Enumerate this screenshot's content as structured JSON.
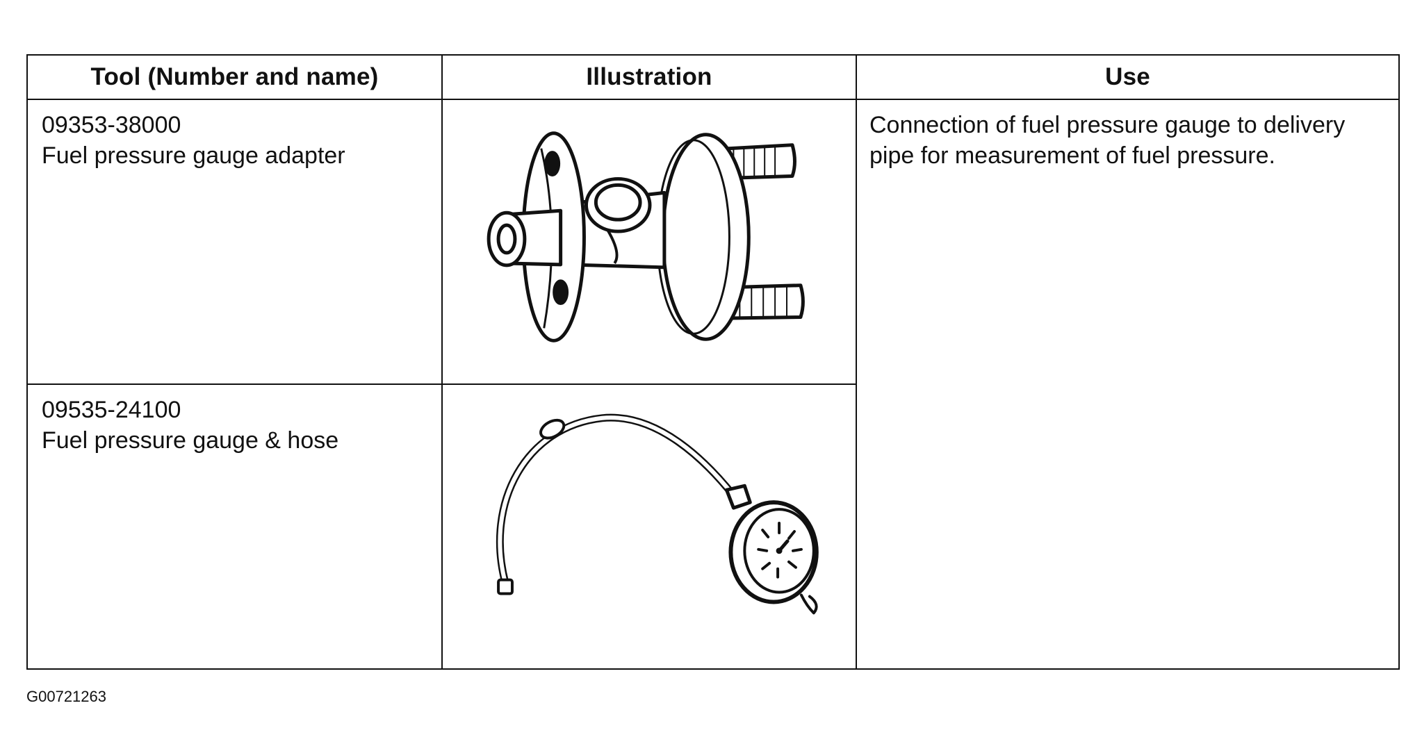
{
  "table": {
    "headers": {
      "tool": "Tool (Number and name)",
      "illustration": "Illustration",
      "use": "Use"
    },
    "rows": [
      {
        "number": "09353-38000",
        "name": "Fuel pressure gauge adapter",
        "illustration_icon": "fuel-pressure-gauge-adapter-icon"
      },
      {
        "number": "09535-24100",
        "name": "Fuel pressure gauge & hose",
        "illustration_icon": "fuel-pressure-gauge-hose-icon"
      }
    ],
    "use_line1": "Connection of fuel pressure gauge to delivery",
    "use_line2": "pipe for measurement of fuel pressure."
  },
  "footer": {
    "code": "G00721263"
  }
}
